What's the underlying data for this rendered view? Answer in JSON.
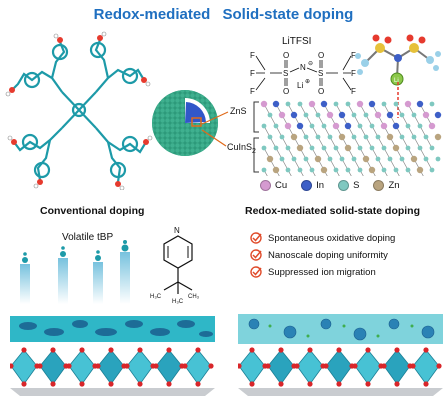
{
  "title": {
    "part1": "Redox-mediated",
    "part2": "Solid-state doping"
  },
  "salt": {
    "name": "LiTFSI",
    "atoms": {
      "f": "F",
      "s": "S",
      "n": "N",
      "o": "O",
      "li": "Li",
      "plus": "⊕",
      "minus": "⊖"
    }
  },
  "nanoparticle": {
    "shell": "ZnS",
    "core": "CuInS",
    "core_sub": "2"
  },
  "legend": [
    {
      "label": "Cu",
      "color": "#d59ad0"
    },
    {
      "label": "In",
      "color": "#3d5fc7"
    },
    {
      "label": "S",
      "color": "#7fc8c0"
    },
    {
      "label": "Zn",
      "color": "#b9a47f"
    }
  ],
  "left_panel": {
    "heading": "Conventional doping",
    "volatile": "Volatile tBP",
    "tbp": {
      "n": "N",
      "methyl": "H₃C",
      "methyl2": "CH₃"
    }
  },
  "right_panel": {
    "heading": "Redox-mediated solid-state doping",
    "features": [
      "Spontaneous oxidative doping",
      "Nanoscale doping uniformity",
      "Suppressed ion migration"
    ]
  },
  "colors": {
    "title": "#1f6fc0",
    "accent_red": "#e04b2a",
    "teal": "#2fb7c7",
    "dark_teal": "#1d8fa3",
    "molecule": "#1d9aa8"
  }
}
